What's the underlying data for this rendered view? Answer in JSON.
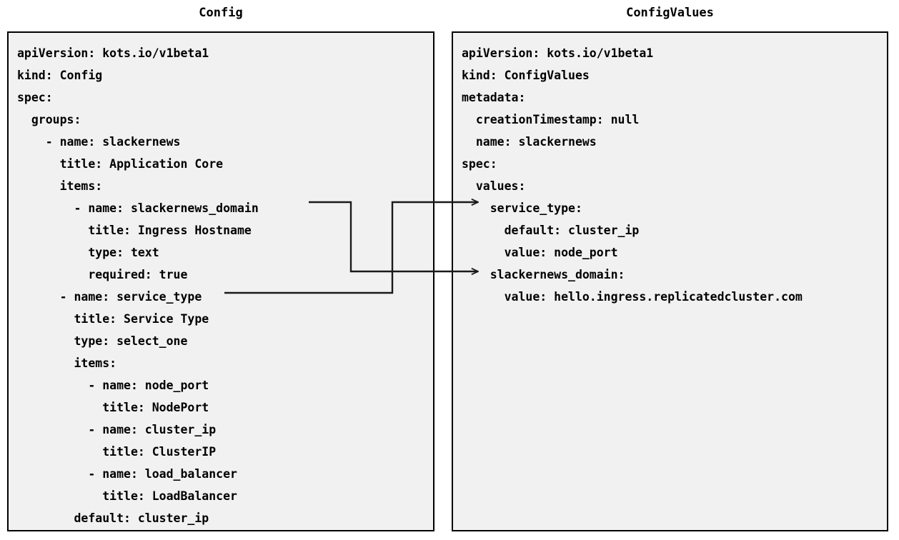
{
  "diagram": {
    "type": "yaml-mapping-diagram",
    "background_color": "#ffffff",
    "panel_fill_color": "#f1f1f1",
    "panel_border_color": "#000000",
    "connector_color": "#1a1a1a",
    "text_color": "#000000"
  },
  "panels": {
    "left": {
      "title": "Config",
      "lines": [
        "apiVersion: kots.io/v1beta1",
        "kind: Config",
        "spec:",
        "  groups:",
        "    - name: slackernews",
        "      title: Application Core",
        "      items:",
        "        - name: slackernews_domain",
        "          title: Ingress Hostname",
        "          type: text",
        "          required: true",
        "      - name: service_type",
        "        title: Service Type",
        "        type: select_one",
        "        items:",
        "          - name: node_port",
        "            title: NodePort",
        "          - name: cluster_ip",
        "            title: ClusterIP",
        "          - name: load_balancer",
        "            title: LoadBalancer",
        "        default: cluster_ip"
      ]
    },
    "right": {
      "title": "ConfigValues",
      "lines": [
        "apiVersion: kots.io/v1beta1",
        "kind: ConfigValues",
        "metadata:",
        "  creationTimestamp: null",
        "  name: slackernews",
        "spec:",
        "  values:",
        "    service_type:",
        "      default: cluster_ip",
        "      value: node_port",
        "    slackernews_domain:",
        "      value: hello.ingress.replicatedcluster.com"
      ]
    }
  },
  "connectors": [
    {
      "id": "slackernews-domain-link",
      "from_label": "slackernews_domain",
      "to_label": "slackernews_domain:",
      "arrow_style": "open-triangle"
    },
    {
      "id": "service-type-link",
      "from_label": "service_type",
      "to_label": "service_type:",
      "arrow_style": "open-triangle"
    }
  ]
}
